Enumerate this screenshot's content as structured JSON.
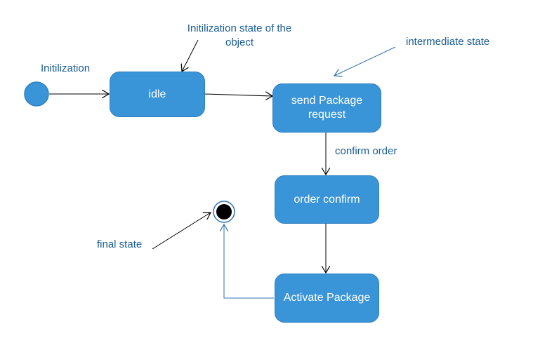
{
  "diagram": {
    "states": {
      "idle": "idle",
      "send_package": "send Package request",
      "order_confirm": "order confirm",
      "activate_package": "Activate Package"
    },
    "annotations": {
      "initialization": "Initilization",
      "initialization_state": "Initilization state of the object",
      "intermediate_state": "intermediate state",
      "confirm_order": "confirm order",
      "final_state": "final state"
    },
    "colors": {
      "state_fill": "#3a94d8",
      "state_border": "#2f7fc0",
      "annotation_text": "#1a5c94",
      "blue_arrow": "#2e74b5",
      "black_arrow": "#000000",
      "final_node": "#000000"
    }
  }
}
